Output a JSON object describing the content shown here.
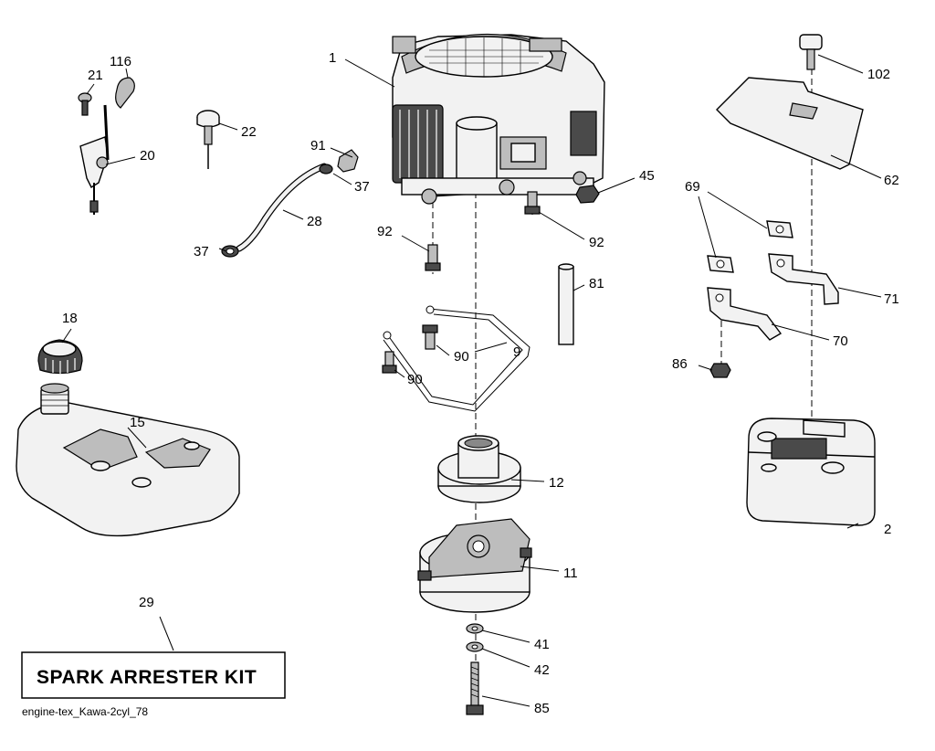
{
  "kit_label": "SPARK ARRESTER KIT",
  "file_name": "engine-tex_Kawa-2cyl_78",
  "callouts": {
    "engine": "1",
    "muffler": "2",
    "idler_bracket": "9",
    "clutch": "11",
    "pulley": "12",
    "fuel_tank": "15",
    "fuel_cap": "18",
    "throttle_control": "20",
    "screw_21": "21",
    "choke_knob": "22",
    "fuel_hose": "28",
    "spark_arrester_kit": "29",
    "clamp_upper": "37",
    "clamp_lower": "37",
    "washer_41": "41",
    "washer_42": "42",
    "nut_45": "45",
    "heat_shield": "62",
    "gaskets": "69",
    "exhaust_pipe_70": "70",
    "exhaust_pipe_71": "71",
    "tube_81": "81",
    "bolt_85": "85",
    "nut_86": "86",
    "bolt_90_upper": "90",
    "bolt_90_lower": "90",
    "filter_91": "91",
    "bolt_92_left": "92",
    "bolt_92_right": "92",
    "knob_102": "102",
    "knob_116": "116"
  }
}
